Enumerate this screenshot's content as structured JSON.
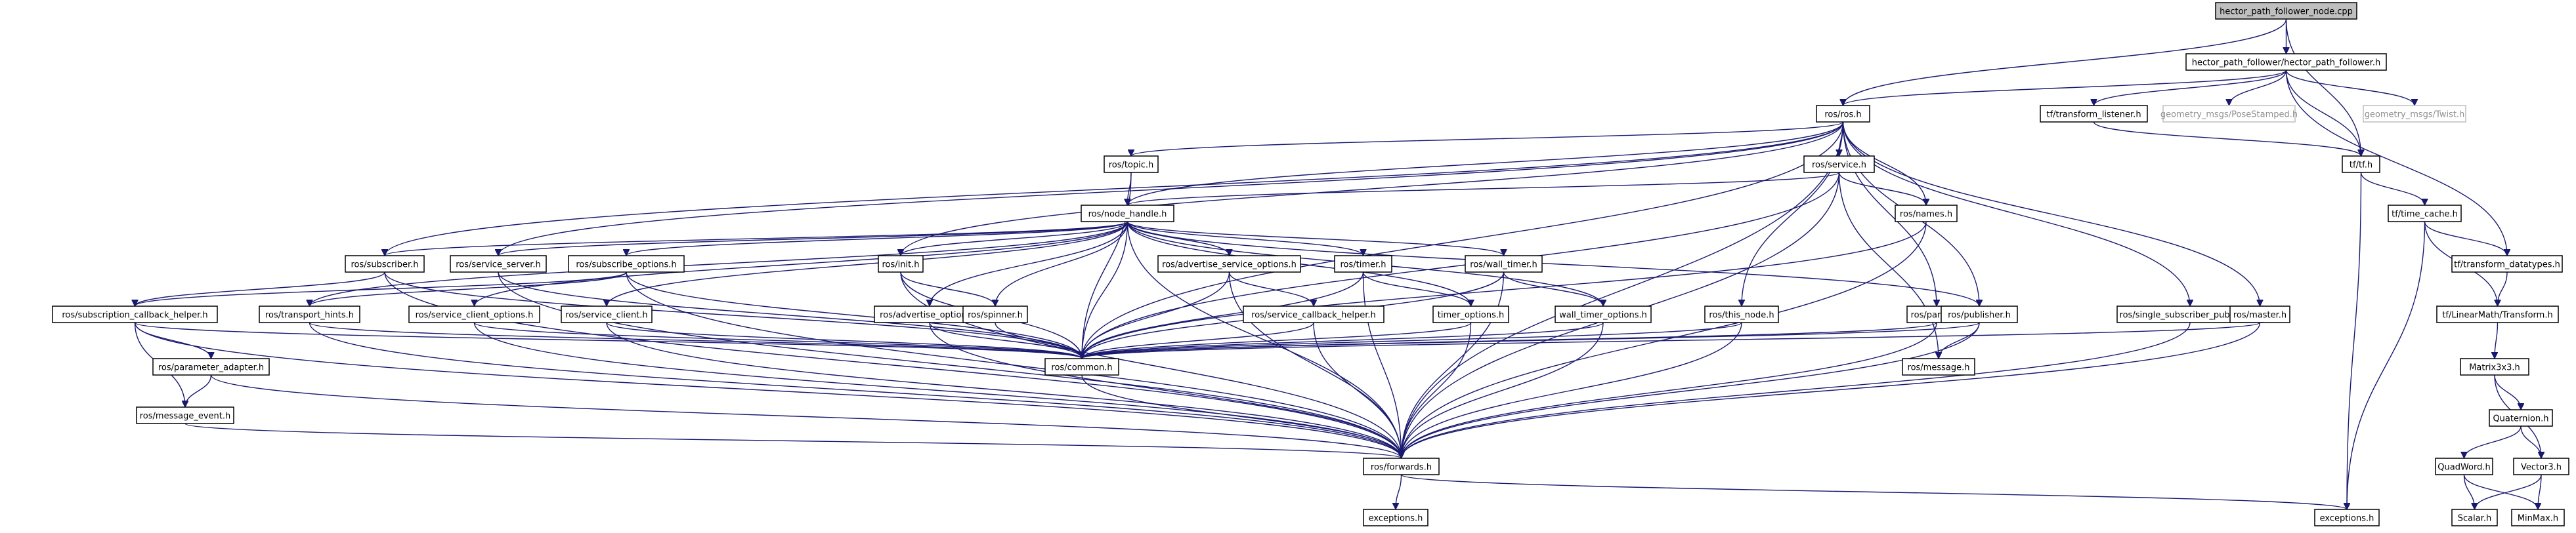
{
  "diagram": {
    "nodes": [
      {
        "id": "root",
        "label": "hector_path_follower_node.cpp",
        "style": "root"
      },
      {
        "id": "hpf",
        "label": "hector_path_follower/hector_path_follower.h"
      },
      {
        "id": "rosros",
        "label": "ros/ros.h"
      },
      {
        "id": "tflistener",
        "label": "tf/transform_listener.h"
      },
      {
        "id": "gmpose",
        "label": "geometry_msgs/PoseStamped.h",
        "style": "external"
      },
      {
        "id": "gmtwist",
        "label": "geometry_msgs/Twist.h",
        "style": "external"
      },
      {
        "id": "tftf",
        "label": "tf/tf.h"
      },
      {
        "id": "topic",
        "label": "ros/topic.h"
      },
      {
        "id": "service",
        "label": "ros/service.h"
      },
      {
        "id": "names",
        "label": "ros/names.h"
      },
      {
        "id": "nodehandle",
        "label": "ros/node_handle.h"
      },
      {
        "id": "timecache",
        "label": "tf/time_cache.h"
      },
      {
        "id": "subscriber",
        "label": "ros/subscriber.h"
      },
      {
        "id": "servicesrv",
        "label": "ros/service_server.h"
      },
      {
        "id": "subopts",
        "label": "ros/subscribe_options.h"
      },
      {
        "id": "init",
        "label": "ros/init.h"
      },
      {
        "id": "advsrvopts",
        "label": "ros/advertise_service_options.h"
      },
      {
        "id": "timer",
        "label": "ros/timer.h"
      },
      {
        "id": "walltimer",
        "label": "ros/wall_timer.h"
      },
      {
        "id": "tfdatatypes",
        "label": "tf/transform_datatypes.h"
      },
      {
        "id": "subcbhelper",
        "label": "ros/subscription_callback_helper.h"
      },
      {
        "id": "transporthints",
        "label": "ros/transport_hints.h"
      },
      {
        "id": "srvclientopts",
        "label": "ros/service_client_options.h"
      },
      {
        "id": "srvclient",
        "label": "ros/service_client.h"
      },
      {
        "id": "advopts",
        "label": "ros/advertise_options.h"
      },
      {
        "id": "spinner",
        "label": "ros/spinner.h"
      },
      {
        "id": "srvcbhelper",
        "label": "ros/service_callback_helper.h"
      },
      {
        "id": "timeropts",
        "label": "timer_options.h"
      },
      {
        "id": "walltimeropts",
        "label": "wall_timer_options.h"
      },
      {
        "id": "thisnode",
        "label": "ros/this_node.h"
      },
      {
        "id": "param",
        "label": "ros/param.h"
      },
      {
        "id": "publisher",
        "label": "ros/publisher.h"
      },
      {
        "id": "singlesubpub",
        "label": "ros/single_subscriber_publisher.h"
      },
      {
        "id": "master",
        "label": "ros/master.h"
      },
      {
        "id": "lmtransform",
        "label": "tf/LinearMath/Transform.h"
      },
      {
        "id": "common",
        "label": "ros/common.h"
      },
      {
        "id": "message",
        "label": "ros/message.h"
      },
      {
        "id": "paramadapter",
        "label": "ros/parameter_adapter.h"
      },
      {
        "id": "matrix",
        "label": "Matrix3x3.h"
      },
      {
        "id": "msgevent",
        "label": "ros/message_event.h"
      },
      {
        "id": "quaternion",
        "label": "Quaternion.h"
      },
      {
        "id": "quadword",
        "label": "QuadWord.h"
      },
      {
        "id": "vector3",
        "label": "Vector3.h"
      },
      {
        "id": "forwards",
        "label": "ros/forwards.h"
      },
      {
        "id": "exceptions1",
        "label": "exceptions.h"
      },
      {
        "id": "exceptions2",
        "label": "exceptions.h"
      },
      {
        "id": "scalar",
        "label": "Scalar.h"
      },
      {
        "id": "minmax",
        "label": "MinMax.h"
      }
    ],
    "edges": [
      [
        "root",
        "hpf"
      ],
      [
        "root",
        "rosros"
      ],
      [
        "root",
        "tftf"
      ],
      [
        "hpf",
        "rosros"
      ],
      [
        "hpf",
        "tflistener"
      ],
      [
        "hpf",
        "gmpose"
      ],
      [
        "hpf",
        "gmtwist"
      ],
      [
        "hpf",
        "tftf"
      ],
      [
        "hpf",
        "tfdatatypes"
      ],
      [
        "tflistener",
        "tftf"
      ],
      [
        "tftf",
        "timecache"
      ],
      [
        "tftf",
        "exceptions2"
      ],
      [
        "timecache",
        "tfdatatypes"
      ],
      [
        "timecache",
        "lmtransform"
      ],
      [
        "timecache",
        "exceptions2"
      ],
      [
        "tfdatatypes",
        "lmtransform"
      ],
      [
        "lmtransform",
        "matrix"
      ],
      [
        "matrix",
        "quaternion"
      ],
      [
        "matrix",
        "vector3"
      ],
      [
        "quaternion",
        "quadword"
      ],
      [
        "quaternion",
        "vector3"
      ],
      [
        "quadword",
        "scalar"
      ],
      [
        "quadword",
        "minmax"
      ],
      [
        "vector3",
        "scalar"
      ],
      [
        "vector3",
        "minmax"
      ],
      [
        "rosros",
        "topic"
      ],
      [
        "rosros",
        "service"
      ],
      [
        "rosros",
        "names"
      ],
      [
        "rosros",
        "nodehandle"
      ],
      [
        "rosros",
        "subscriber"
      ],
      [
        "rosros",
        "servicesrv"
      ],
      [
        "rosros",
        "init"
      ],
      [
        "rosros",
        "common"
      ],
      [
        "rosros",
        "thisnode"
      ],
      [
        "rosros",
        "param"
      ],
      [
        "rosros",
        "publisher"
      ],
      [
        "rosros",
        "singlesubpub"
      ],
      [
        "rosros",
        "master"
      ],
      [
        "rosros",
        "forwards"
      ],
      [
        "topic",
        "nodehandle"
      ],
      [
        "topic",
        "common"
      ],
      [
        "service",
        "nodehandle"
      ],
      [
        "service",
        "names"
      ],
      [
        "service",
        "common"
      ],
      [
        "service",
        "forwards"
      ],
      [
        "service",
        "message"
      ],
      [
        "names",
        "common"
      ],
      [
        "names",
        "forwards"
      ],
      [
        "nodehandle",
        "subscriber"
      ],
      [
        "nodehandle",
        "servicesrv"
      ],
      [
        "nodehandle",
        "subopts"
      ],
      [
        "nodehandle",
        "init"
      ],
      [
        "nodehandle",
        "advsrvopts"
      ],
      [
        "nodehandle",
        "timer"
      ],
      [
        "nodehandle",
        "walltimer"
      ],
      [
        "nodehandle",
        "publisher"
      ],
      [
        "nodehandle",
        "transporthints"
      ],
      [
        "nodehandle",
        "srvclientopts"
      ],
      [
        "nodehandle",
        "srvclient"
      ],
      [
        "nodehandle",
        "advopts"
      ],
      [
        "nodehandle",
        "spinner"
      ],
      [
        "nodehandle",
        "timeropts"
      ],
      [
        "nodehandle",
        "walltimeropts"
      ],
      [
        "nodehandle",
        "common"
      ],
      [
        "nodehandle",
        "forwards"
      ],
      [
        "subscriber",
        "subcbhelper"
      ],
      [
        "subscriber",
        "common"
      ],
      [
        "subscriber",
        "forwards"
      ],
      [
        "servicesrv",
        "common"
      ],
      [
        "servicesrv",
        "forwards"
      ],
      [
        "subopts",
        "subcbhelper"
      ],
      [
        "subopts",
        "transporthints"
      ],
      [
        "subopts",
        "common"
      ],
      [
        "subopts",
        "forwards"
      ],
      [
        "init",
        "spinner"
      ],
      [
        "init",
        "common"
      ],
      [
        "init",
        "forwards"
      ],
      [
        "advsrvopts",
        "srvcbhelper"
      ],
      [
        "advsrvopts",
        "common"
      ],
      [
        "advsrvopts",
        "forwards"
      ],
      [
        "timer",
        "timeropts"
      ],
      [
        "timer",
        "common"
      ],
      [
        "timer",
        "forwards"
      ],
      [
        "walltimer",
        "walltimeropts"
      ],
      [
        "walltimer",
        "common"
      ],
      [
        "walltimer",
        "forwards"
      ],
      [
        "subcbhelper",
        "paramadapter"
      ],
      [
        "subcbhelper",
        "msgevent"
      ],
      [
        "subcbhelper",
        "common"
      ],
      [
        "subcbhelper",
        "forwards"
      ],
      [
        "paramadapter",
        "msgevent"
      ],
      [
        "paramadapter",
        "forwards"
      ],
      [
        "msgevent",
        "forwards"
      ],
      [
        "transporthints",
        "common"
      ],
      [
        "transporthints",
        "forwards"
      ],
      [
        "srvclientopts",
        "common"
      ],
      [
        "srvclientopts",
        "forwards"
      ],
      [
        "srvclient",
        "common"
      ],
      [
        "srvclient",
        "forwards"
      ],
      [
        "advopts",
        "common"
      ],
      [
        "advopts",
        "forwards"
      ],
      [
        "spinner",
        "common"
      ],
      [
        "srvcbhelper",
        "common"
      ],
      [
        "srvcbhelper",
        "forwards"
      ],
      [
        "timeropts",
        "common"
      ],
      [
        "timeropts",
        "forwards"
      ],
      [
        "walltimeropts",
        "common"
      ],
      [
        "walltimeropts",
        "forwards"
      ],
      [
        "thisnode",
        "common"
      ],
      [
        "thisnode",
        "forwards"
      ],
      [
        "param",
        "common"
      ],
      [
        "param",
        "forwards"
      ],
      [
        "publisher",
        "common"
      ],
      [
        "publisher",
        "message"
      ],
      [
        "publisher",
        "forwards"
      ],
      [
        "singlesubpub",
        "forwards"
      ],
      [
        "master",
        "common"
      ],
      [
        "master",
        "forwards"
      ],
      [
        "common",
        "forwards"
      ],
      [
        "forwards",
        "exceptions1"
      ],
      [
        "forwards",
        "exceptions2"
      ]
    ]
  }
}
